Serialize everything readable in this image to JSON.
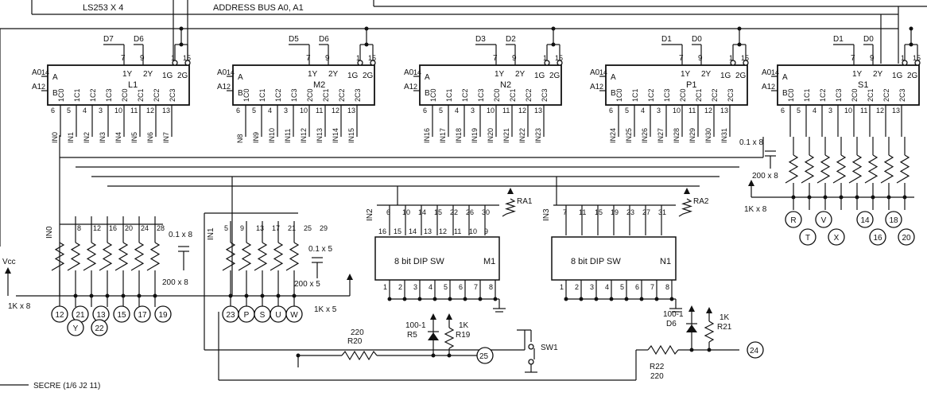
{
  "header": {
    "ic_summary": "LS253 X 4",
    "bus_label": "ADDRESS BUS  A0, A1"
  },
  "chips": [
    {
      "name": "L1",
      "d_hi": "D7",
      "d_lo": "D6",
      "in_top": "IN0",
      "in_labels": [
        "IN1",
        "IN2",
        "IN3",
        "IN4",
        "IN5",
        "IN6",
        "IN7"
      ],
      "in_pins": [
        "6",
        "5",
        "4",
        "3",
        "10",
        "11",
        "12",
        "13"
      ]
    },
    {
      "name": "M2",
      "d_hi": "D5",
      "d_lo": "D6",
      "in_top": "N8",
      "in_labels": [
        "IN9",
        "IN10",
        "IN11",
        "IN12",
        "IN13",
        "IN14",
        "IN15"
      ],
      "in_pins": [
        "6",
        "5",
        "4",
        "3",
        "10",
        "11",
        "12",
        "13"
      ]
    },
    {
      "name": "N2",
      "d_hi": "D3",
      "d_lo": "D2",
      "in_top": "IN16",
      "in_labels": [
        "IN17",
        "IN18",
        "IN19",
        "IN20",
        "IN21",
        "IN22",
        "IN23"
      ],
      "in_pins": [
        "6",
        "5",
        "4",
        "3",
        "10",
        "11",
        "12",
        "13"
      ]
    },
    {
      "name": "P1",
      "d_hi": "D1",
      "d_lo": "D0",
      "in_top": "IN24",
      "in_labels": [
        "IN25",
        "IN26",
        "IN27",
        "IN28",
        "IN29",
        "IN30",
        "IN31"
      ],
      "in_pins": [
        "6",
        "5",
        "4",
        "3",
        "10",
        "11",
        "12",
        "13"
      ]
    },
    {
      "name": "S1",
      "d_hi": "D1",
      "d_lo": "D0",
      "in_top": "",
      "in_labels": [],
      "in_pins": [
        "6",
        "5",
        "4",
        "3",
        "10",
        "11",
        "12",
        "13"
      ]
    }
  ],
  "pin_labels": {
    "a": "A",
    "b": "B",
    "a0": "A0",
    "a1": "A1",
    "p14": "14",
    "p2": "2",
    "c0": "1C0",
    "c1": "1C1",
    "c2": "1C2",
    "c3": "1C3",
    "d0": "2C0",
    "d1": "2C1",
    "d2": "2C2",
    "d3": "2C3",
    "y1": "1Y",
    "y2": "2Y",
    "g1": "1G",
    "g2": "2G",
    "p7": "7",
    "p9": "9",
    "p1": "1",
    "p15": "15"
  },
  "left_group": {
    "in_label": "IN0",
    "pins": [
      "8",
      "12",
      "16",
      "20",
      "24",
      "28"
    ],
    "cap": "0.1 x 8",
    "res_array": "200 x 8",
    "pullup": "1K x 8",
    "vcc": "Vcc",
    "connectors": [
      "12",
      "21",
      "13",
      "15",
      "17",
      "19"
    ],
    "connectors_lower": [
      "Y",
      "22"
    ]
  },
  "mid_group": {
    "in_label": "IN1",
    "pins": [
      "5",
      "9",
      "13",
      "17",
      "21",
      "25",
      "29"
    ],
    "cap": "0.1 x 5",
    "res_array": "200 x 5",
    "pullup": "1K x 5",
    "connectors": [
      "23",
      "P",
      "S",
      "U",
      "W"
    ]
  },
  "dip_m1": {
    "in_label": "IN2",
    "top_pins": [
      "6",
      "10",
      "14",
      "15",
      "22",
      "26",
      "30"
    ],
    "bottom_pins": [
      "16",
      "15",
      "14",
      "13",
      "12",
      "11",
      "10",
      "9"
    ],
    "label": "8 bit DIP SW",
    "name": "M1",
    "pin_row": [
      "1",
      "2",
      "3",
      "4",
      "5",
      "6",
      "7",
      "8"
    ],
    "ra": "RA1"
  },
  "dip_n1": {
    "in_label": "IN3",
    "top_pins": [
      "7",
      "11",
      "15",
      "19",
      "23",
      "27",
      "31"
    ],
    "label": "8 bit DIP SW",
    "name": "N1",
    "pin_row": [
      "1",
      "2",
      "3",
      "4",
      "5",
      "6",
      "7",
      "8"
    ],
    "ra": "RA2"
  },
  "right_group": {
    "cap": "0.1 x 8",
    "res_array": "200 x 8",
    "pullup": "1K x 8",
    "connectors": [
      "R",
      "V",
      "14",
      "18",
      "T",
      "X",
      "16",
      "20"
    ]
  },
  "bottom": {
    "r20_val": "220",
    "r20_name": "R20",
    "d5_val": "100-1",
    "r5": "R5",
    "r19_val": "1K",
    "r19_name": "R19",
    "conn25": "25",
    "sw1": "SW1",
    "r22_name": "R22",
    "r22_val": "220",
    "d6_val": "100-1",
    "d6_name": "D6",
    "r21_val": "1K",
    "r21_name": "R21",
    "conn24": "24",
    "footer": "SECRE (1/6 J2 11)"
  }
}
